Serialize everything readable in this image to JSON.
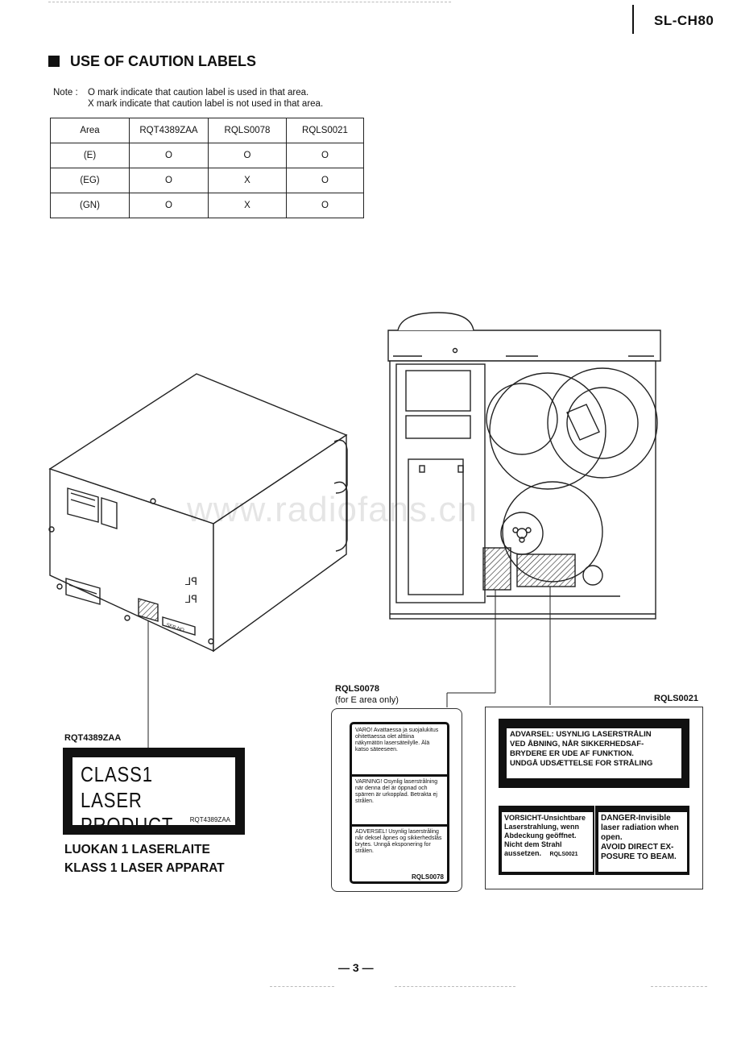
{
  "header": {
    "model": "SL-CH80"
  },
  "section": {
    "title": "USE OF CAUTION LABELS"
  },
  "note": {
    "prefix": "Note :",
    "line1": "O mark indicate that caution label is used in that area.",
    "line2": "X mark indicate that caution label is not used in that area."
  },
  "table": {
    "headers": [
      "Area",
      "RQT4389ZAA",
      "RQLS0078",
      "RQLS0021"
    ],
    "rows": [
      [
        "(E)",
        "O",
        "O",
        "O"
      ],
      [
        "(EG)",
        "O",
        "X",
        "O"
      ],
      [
        "(GN)",
        "O",
        "X",
        "O"
      ]
    ]
  },
  "rear_unit": {
    "ser_no": "SER.NO."
  },
  "label_rqt": {
    "code": "RQT4389ZAA",
    "line1": "CLASS1",
    "line2": "LASER  PRODUCT",
    "small_code": "RQT4389ZAA",
    "finnish": "LUOKAN 1 LASERLAITE",
    "swedish": "KLASS 1 LASER APPARAT"
  },
  "label_0078": {
    "code": "RQLS0078",
    "scope": "(for E area only)",
    "block1": "VARO! Avattaessa ja suojalukitus ohitettaessa olet alttiina näkymätön lasersäteilylle. Älä katso säteeseen.",
    "block2": "VARNING! Osynlig laserstrålning när denna del är öppnad och spärren är urkopplad. Betrakta ej strålen.",
    "block3": "ADVERSEL! Usynlig laserstråling når deksel åpnes og sikkerhedslås brytes. Unngå eksponering for strålen.",
    "small_code": "RQLS0078"
  },
  "label_0021": {
    "code": "RQLS0021",
    "advarsel": [
      "ADVARSEL: USYNLIG LASERSTRÅLIN",
      "VED ÅBNING, NÅR SIKKERHEDSAF-",
      "BRYDERE ER UDE AF FUNKTION.",
      "UNDGÅ UDSÆTTELSE FOR STRÅLING"
    ],
    "vorsicht": [
      "VORSICHT-Unsichtbare",
      "Laserstrahlung, wenn",
      "Abdeckung geöffnet.",
      "Nicht dem Strahl",
      "aussetzen."
    ],
    "vorsicht_code": "RQLS0021",
    "danger": [
      "DANGER-Invisible",
      "laser radiation when",
      "open.",
      "AVOID DIRECT EX-",
      "POSURE TO BEAM."
    ]
  },
  "watermark": "www.radiofans.cn",
  "footer": {
    "page": "— 3 —"
  }
}
